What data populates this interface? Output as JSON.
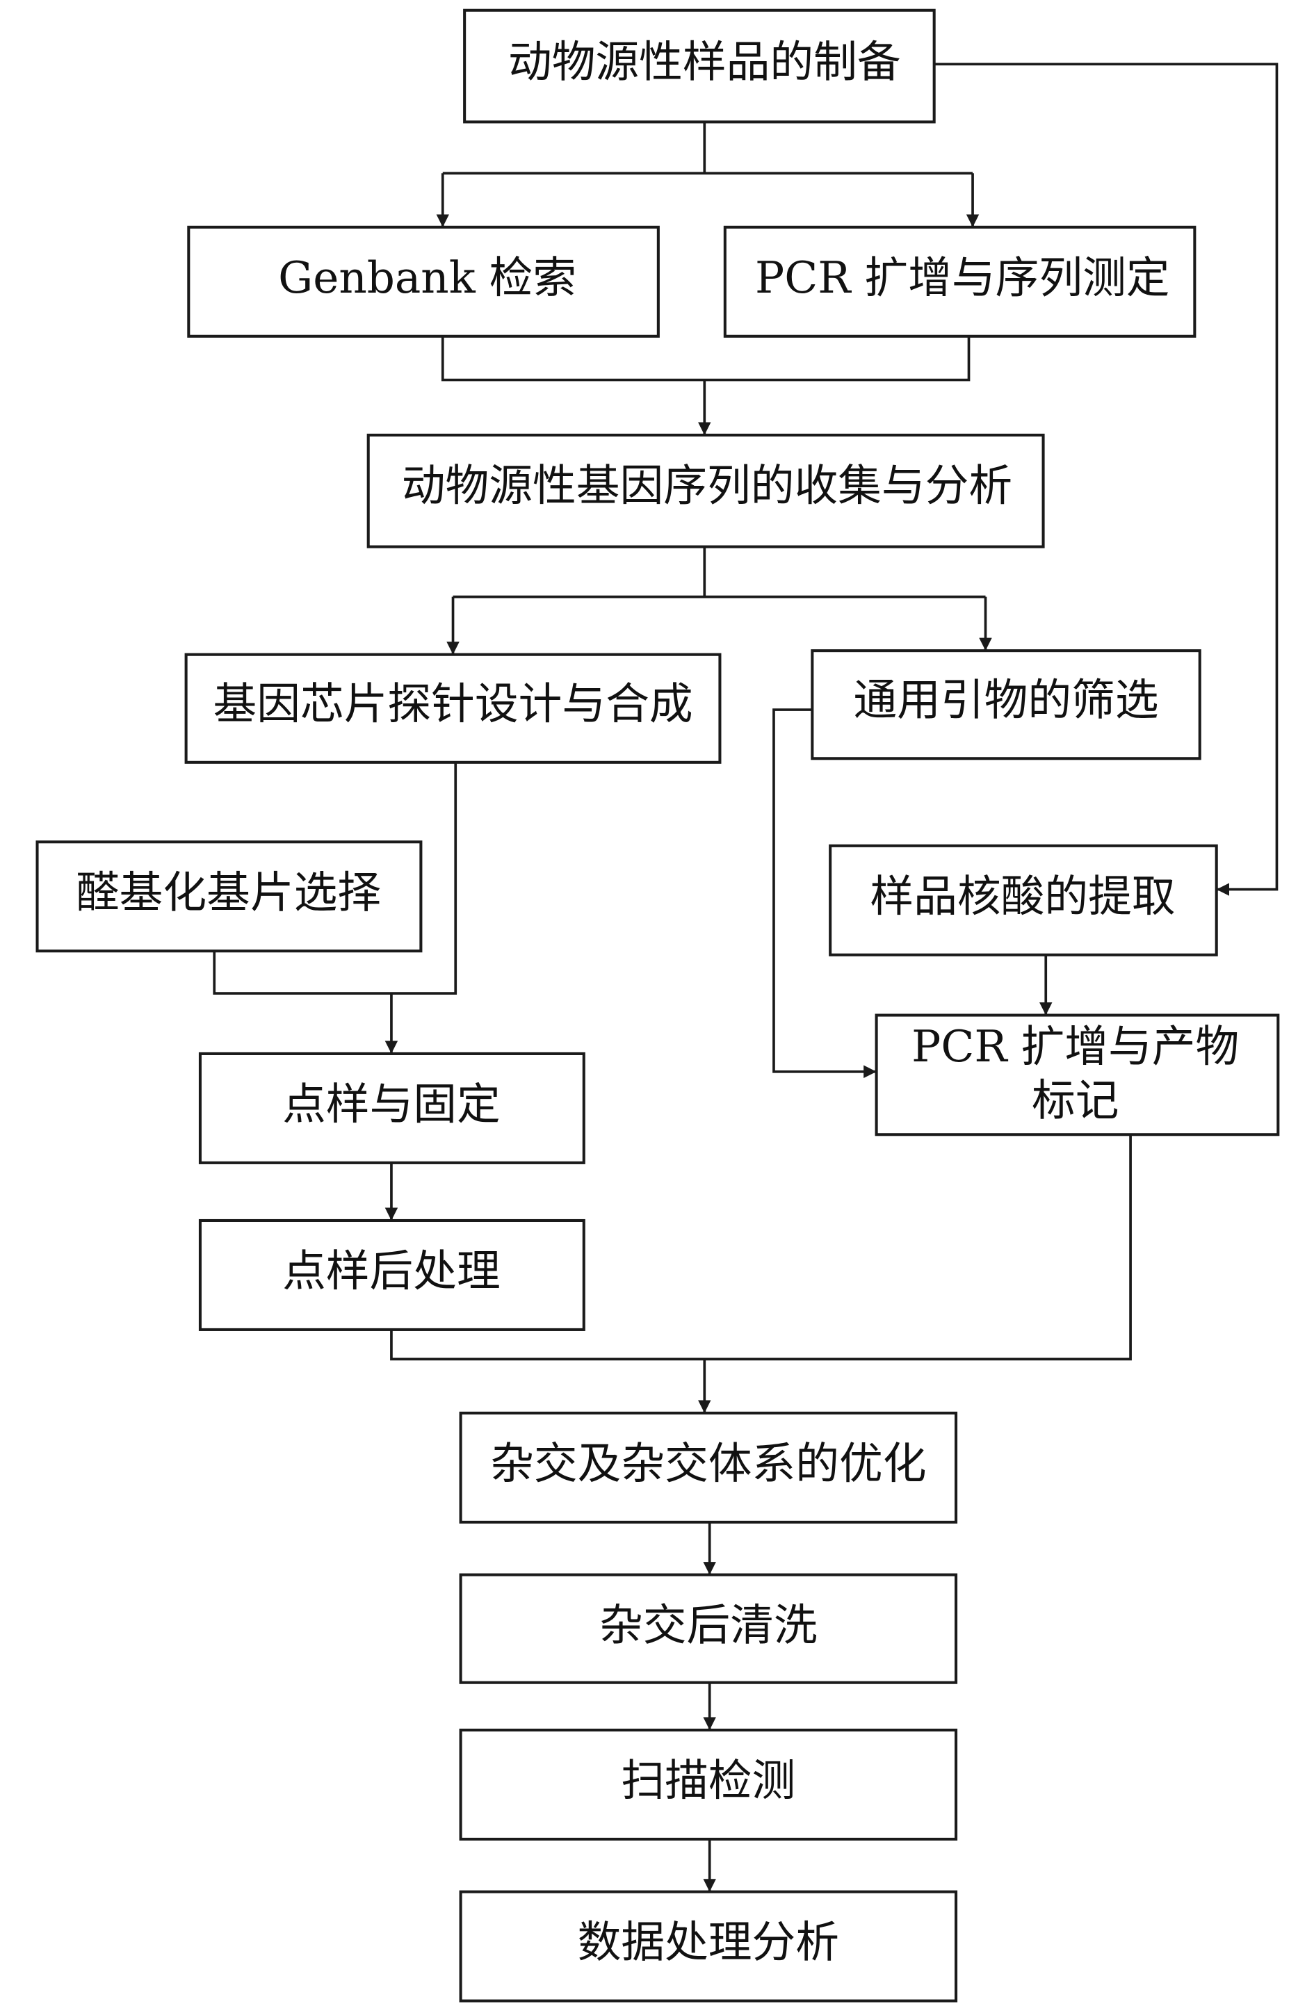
{
  "nodes": {
    "sample_prep": "动物源性样品的制备",
    "genbank": "Genbank 检索",
    "pcr_seq": "PCR 扩增与序列测定",
    "collect_analyze": "动物源性基因序列的收集与分析",
    "probe_design": "基因芯片探针设计与合成",
    "primer_screen": "通用引物的筛选",
    "substrate": "醛基化基片选择",
    "extraction": "样品核酸的提取",
    "spot_fix": "点样与固定",
    "pcr_label_line1": "PCR 扩增与产物",
    "pcr_label_line2": "标记",
    "post_spot": "点样后处理",
    "hybrid_opt": "杂交及杂交体系的优化",
    "wash": "杂交后清洗",
    "scan": "扫描检测",
    "data_analysis": "数据处理分析"
  }
}
